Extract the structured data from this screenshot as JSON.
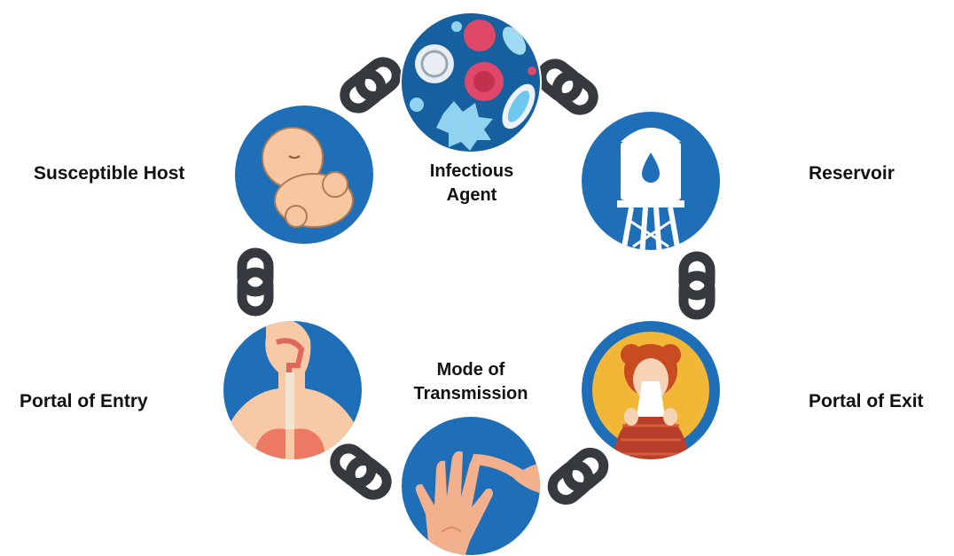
{
  "colors": {
    "circle_blue": "#1f6fb8",
    "chain_dark": "#363a3f",
    "label_text": "#111111",
    "background": "#ffffff"
  },
  "nodes": {
    "infectious_agent": {
      "line1": "Infectious",
      "line2": "Agent",
      "icon": "microbes-icon"
    },
    "reservoir": {
      "label": "Reservoir",
      "icon": "water-tower-icon"
    },
    "portal_of_exit": {
      "label": "Portal of Exit",
      "icon": "sneezing-person-icon"
    },
    "mode_of_transmission": {
      "line1": "Mode of",
      "line2": "Transmission",
      "icon": "hands-touching-icon"
    },
    "portal_of_entry": {
      "label": "Portal of Entry",
      "icon": "respiratory-tract-icon"
    },
    "susceptible_host": {
      "label": "Susceptible Host",
      "icon": "infant-icon"
    }
  }
}
